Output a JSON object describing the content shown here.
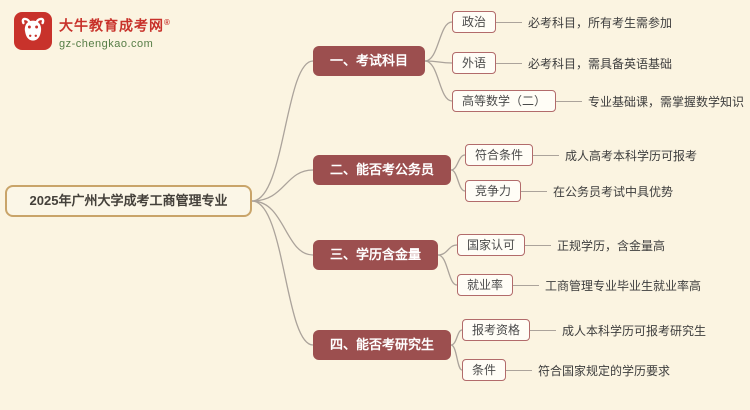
{
  "meta": {
    "background_color": "#FBF4E1",
    "branch_color": "#9C4F4F",
    "root_border_color": "#C9A469",
    "leaf_border_color": "#B26B6B",
    "line_color": "#ABA39B",
    "brand_red": "#C8322B"
  },
  "logo": {
    "icon": "bull-icon",
    "brand": "大牛教育成考网",
    "reg_mark": "®",
    "domain": "gz-chengkao.com"
  },
  "root": {
    "label": "2025年广州大学成考工商管理专业"
  },
  "branches": [
    {
      "label": "一、考试科目",
      "children": [
        {
          "label": "政治",
          "desc": "必考科目，所有考生需参加"
        },
        {
          "label": "外语",
          "desc": "必考科目，需具备英语基础"
        },
        {
          "label": "高等数学（二）",
          "desc": "专业基础课，需掌握数学知识"
        }
      ]
    },
    {
      "label": "二、能否考公务员",
      "children": [
        {
          "label": "符合条件",
          "desc": "成人高考本科学历可报考"
        },
        {
          "label": "竞争力",
          "desc": "在公务员考试中具优势"
        }
      ]
    },
    {
      "label": "三、学历含金量",
      "children": [
        {
          "label": "国家认可",
          "desc": "正规学历，含金量高"
        },
        {
          "label": "就业率",
          "desc": "工商管理专业毕业生就业率高"
        }
      ]
    },
    {
      "label": "四、能否考研究生",
      "children": [
        {
          "label": "报考资格",
          "desc": "成人本科学历可报考研究生"
        },
        {
          "label": "条件",
          "desc": "符合国家规定的学历要求"
        }
      ]
    }
  ]
}
